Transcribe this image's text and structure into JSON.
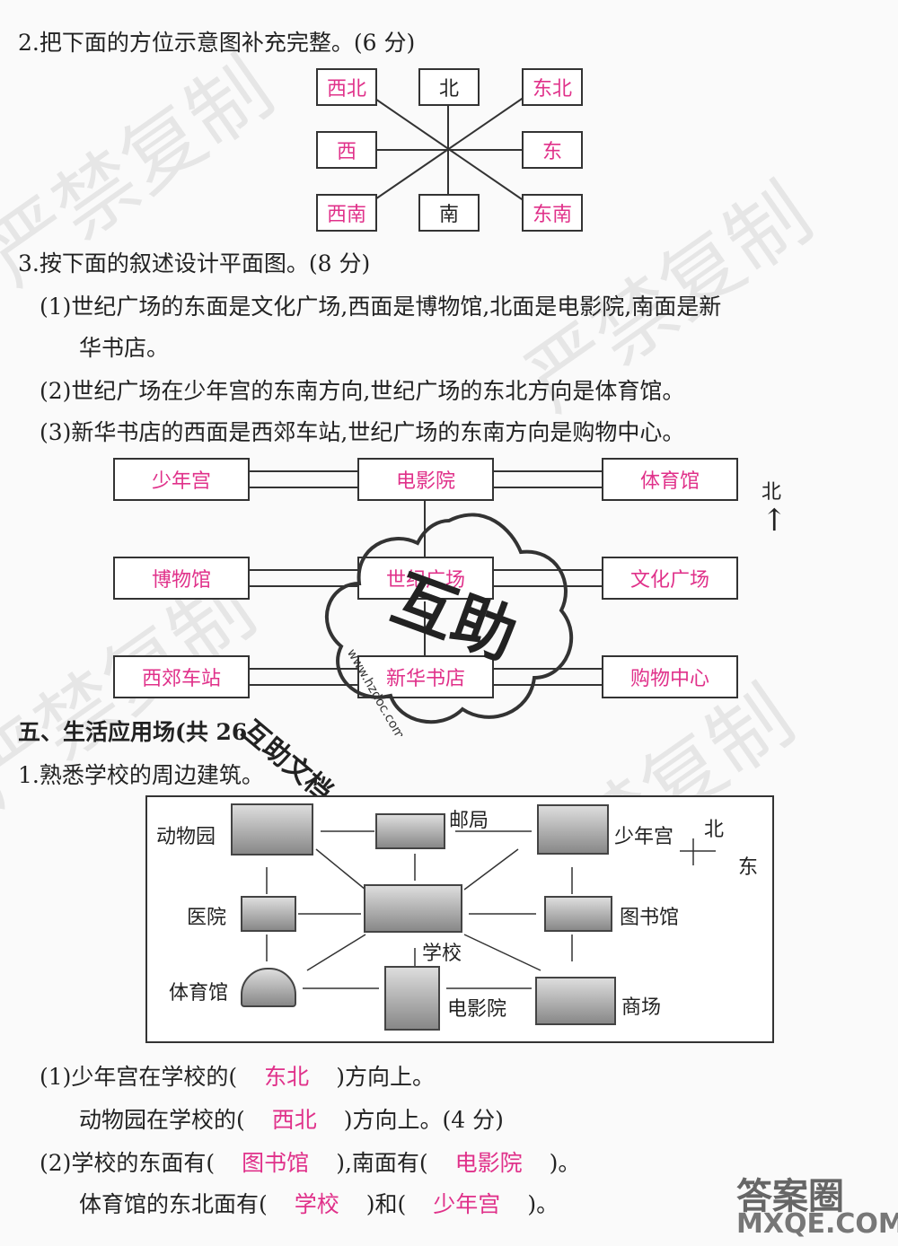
{
  "q2": {
    "title": "2.把下面的方位示意图补充完整。(6 分)",
    "nw": "西北",
    "n": "北",
    "ne": "东北",
    "w": "西",
    "e": "东",
    "sw": "西南",
    "s": "南",
    "se": "东南"
  },
  "q3": {
    "title": "3.按下面的叙述设计平面图。(8 分)",
    "line1a": "(1)世纪广场的东面是文化广场,西面是博物馆,北面是电影院,南面是新",
    "line1b": "华书店。",
    "line2": "(2)世纪广场在少年宫的东南方向,世纪广场的东北方向是体育馆。",
    "line3": "(3)新华书店的西面是西郊车站,世纪广场的东南方向是购物中心。",
    "map": {
      "r1c1": "少年宫",
      "r1c2": "电影院",
      "r1c3": "体育馆",
      "r2c1": "博物馆",
      "r2c2": "世纪广场",
      "r2c3": "文化广场",
      "r3c1": "西郊车站",
      "r3c2": "新华书店",
      "r3c3": "购物中心",
      "north": "北",
      "north_arrow": "↑"
    }
  },
  "sec5": {
    "title": "五、生活应用场(共 26",
    "q1": "1.熟悉学校的周边建筑。"
  },
  "diagram": {
    "zoo": "动物园",
    "post": "邮局",
    "palace": "少年宫",
    "north": "北",
    "east": "东",
    "hospital": "医院",
    "library": "图书馆",
    "school": "学校",
    "gym": "体育馆",
    "cinema": "电影院",
    "mall": "商场"
  },
  "answers": {
    "a1_pre": "(1)少年宫在学校的(",
    "a1_ans": "东北",
    "a1_post": ")方向上。",
    "a2_pre": "动物园在学校的(",
    "a2_ans": "西北",
    "a2_post": ")方向上。(4 分)",
    "a3_pre": "(2)学校的东面有(",
    "a3_ans": "图书馆",
    "a3_mid": "),南面有(",
    "a3_ans2": "电影院",
    "a3_post": ")。",
    "a4_pre": "体育馆的东北面有(",
    "a4_ans": "学校",
    "a4_mid": ")和(",
    "a4_ans2": "少年宫",
    "a4_post": ")。"
  },
  "stamp": {
    "big": "互助",
    "ring": "互助文档",
    "url": "www.hzdoc.com"
  },
  "site_logo": {
    "text": "答案圈",
    "url": "MXQE.COM"
  },
  "watermarks": [
    "严禁复制",
    "严禁复制",
    "严禁复制",
    "严禁复制"
  ]
}
